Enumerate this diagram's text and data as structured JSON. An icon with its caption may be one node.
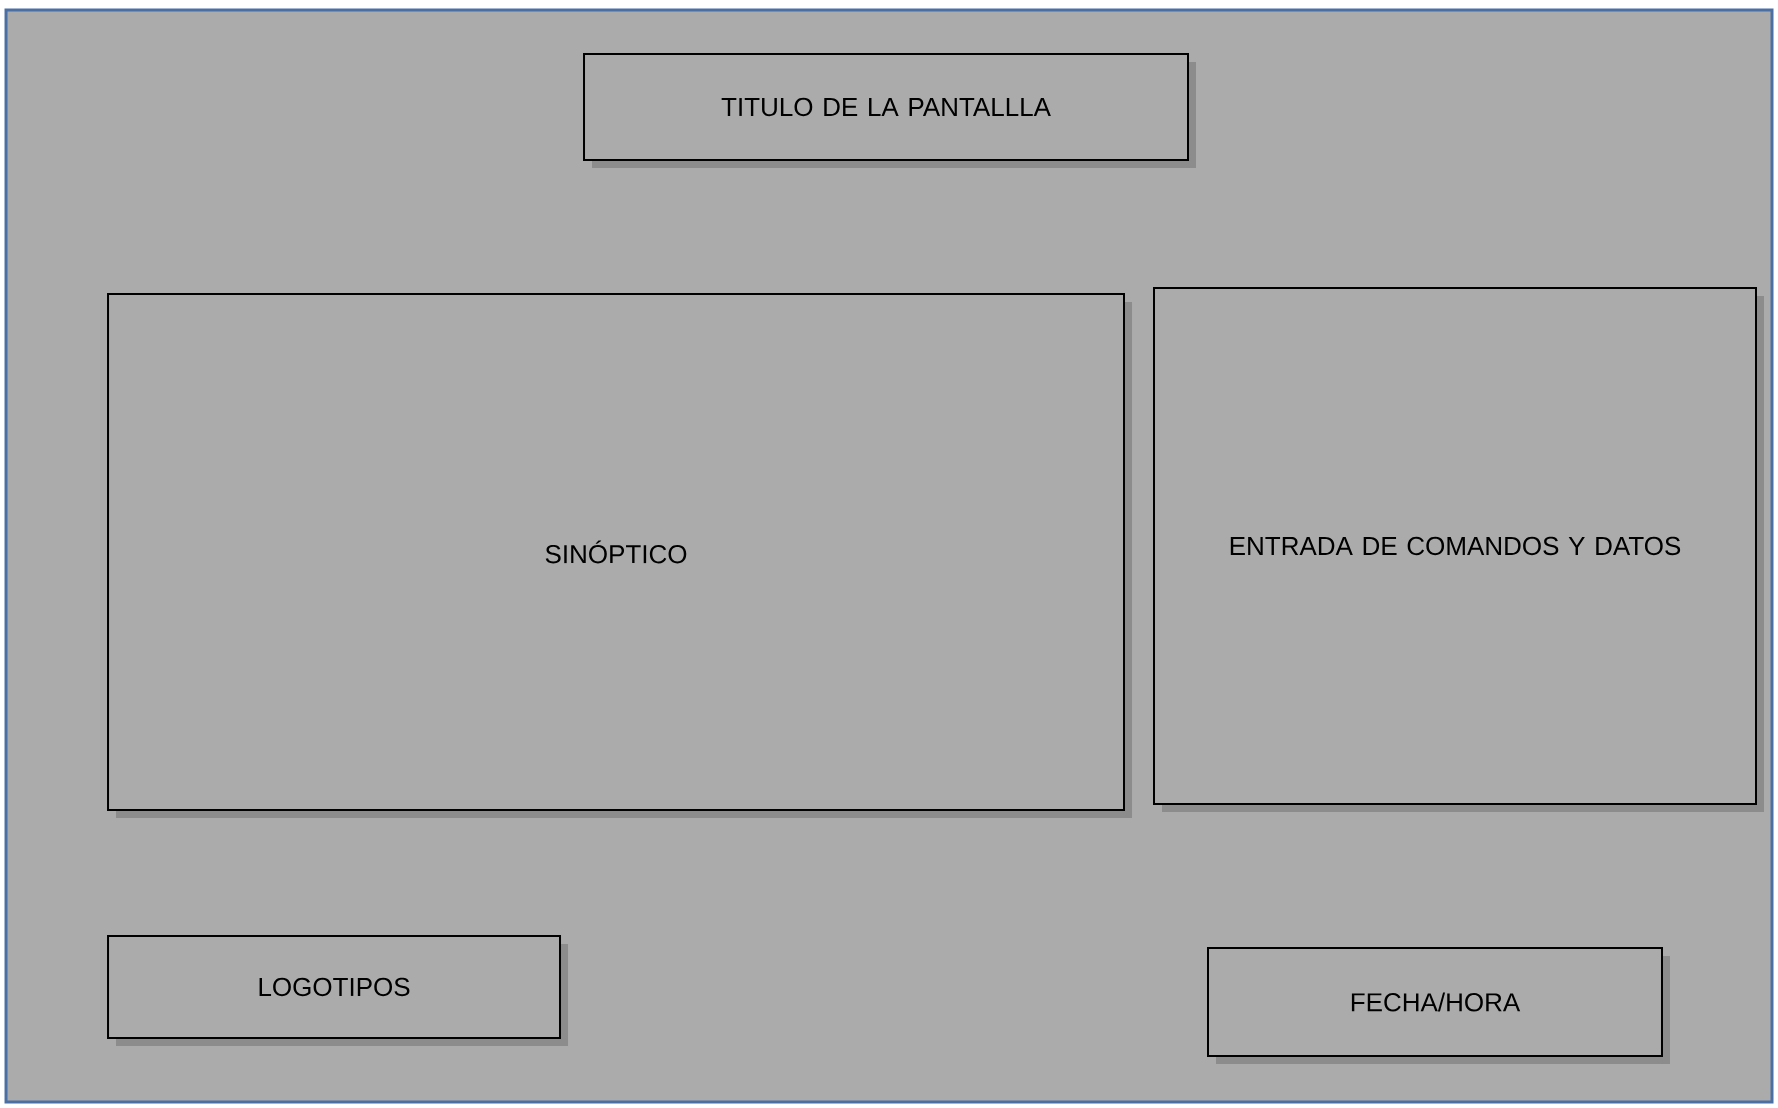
{
  "diagram": {
    "nodes": [
      {
        "text": [
          "TITULO DE LA PANTALLLA"
        ]
      },
      {
        "text": [
          "SINÓPTICO"
        ]
      },
      {
        "text": [
          "ENTRADA DE COMANDOS Y DATOS"
        ]
      },
      {
        "text": [
          "LOGOTIPOS"
        ]
      },
      {
        "text": [
          "FECHA/HORA"
        ]
      }
    ]
  }
}
